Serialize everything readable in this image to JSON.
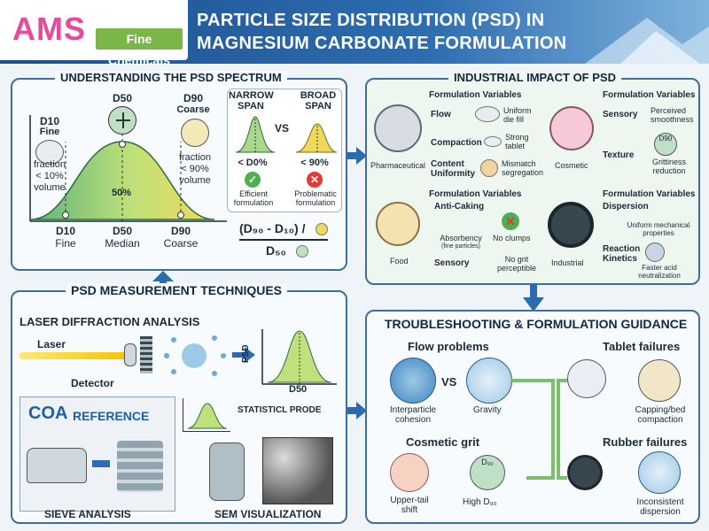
{
  "header": {
    "logo_main": "AMS",
    "logo_sub": "Fine Chemicals",
    "title_line1": "PARTICLE SIZE DISTRIBUTION (PSD) IN",
    "title_line2": "MAGNESIUM CARBONATE FORMULATION"
  },
  "spectrum": {
    "title": "UNDERSTANDING THE PSD SPECTRUM",
    "d10_top": "D10",
    "d10_top_sub": "Fine",
    "d50_top": "D50",
    "d90_top": "D90",
    "d90_top_sub": "Coarse",
    "fraction_left": [
      "fraction",
      "< 10%",
      "volume"
    ],
    "fraction_right": [
      "fraction",
      "< 90%",
      "volume"
    ],
    "center_pct": "50%",
    "bottom": [
      {
        "label": "D10",
        "sub": "Fine"
      },
      {
        "label": "D50",
        "sub": "Median"
      },
      {
        "label": "D90",
        "sub": "Coarse"
      }
    ],
    "narrow": "NARROW",
    "narrow_sub": "SPAN",
    "vs": "VS",
    "broad": "BROAD",
    "broad_sub": "SPAN",
    "narrow_val": "< D0%",
    "broad_val": "< 90%",
    "efficient": [
      "Efficient",
      "formulation"
    ],
    "problematic": [
      "Problematic",
      "formulation"
    ],
    "formula_top": "(D₉₀ - D₁₀) /",
    "formula_bottom": "D₅₀"
  },
  "impact": {
    "title": "INDUSTRIAL IMPACT OF PSD",
    "pharma": {
      "heading": "Formulation Variables",
      "name": "Pharmaceutical",
      "rows": [
        {
          "label": "Flow",
          "result": [
            "Uniform",
            "die fill"
          ]
        },
        {
          "label": "Compaction",
          "result": [
            "Strong",
            "tablet"
          ]
        },
        {
          "label": [
            "Content",
            "Uniformity"
          ],
          "result": [
            "Mismatch",
            "segregation"
          ]
        }
      ]
    },
    "cosmetic": {
      "heading": "Formulation Variables",
      "name": "Cosmetic",
      "rows": [
        {
          "label": "Sensory",
          "result": [
            "Perceived",
            "smoothness"
          ]
        },
        {
          "label": "Texture",
          "result": [
            "Grittiness",
            "reduction"
          ]
        }
      ],
      "d90_badge": "D90"
    },
    "food": {
      "heading": "Formulation Variables",
      "name": "Food",
      "anti_caking": "Anti-Caking",
      "absorbency": [
        "Absorbency",
        "(fine particles)"
      ],
      "no_clumps": "No clumps",
      "sensory": "Sensory",
      "no_grit": [
        "No grit",
        "perceptible"
      ]
    },
    "industrial": {
      "heading": "Formulation Variables",
      "name": "Industrial",
      "dispersion": "Dispersion",
      "dispersion_result": [
        "Uniform mechanical",
        "properties"
      ],
      "reaction": [
        "Reaction",
        "Kinetics"
      ],
      "reaction_result": [
        "Faster acid",
        "neutralization"
      ]
    }
  },
  "measure": {
    "title": "PSD MEASUREMENT TECHNIQUES",
    "laser_title": "LASER DIFFRACTION ANALYSIS",
    "laser": "Laser",
    "detector": "Detector",
    "psd_axis": "PSD",
    "d50": "D50",
    "coa": "COA",
    "reference": "REFERENCE",
    "statistical": "STATISTICL PRODE",
    "sieve": "SIEVE ANALYSIS",
    "sem": "SEM VISUALIZATION"
  },
  "trouble": {
    "title": "TROUBLESHOOTING & FORMULATION GUIDANCE",
    "flow": "Flow problems",
    "vs": "VS",
    "interparticle": [
      "Interparticle",
      "cohesion"
    ],
    "gravity": "Gravity",
    "tablet": "Tablet failures",
    "capping": [
      "Capping/bed",
      "compaction"
    ],
    "cosmetic_grit": "Cosmetic grit",
    "upper_tail": [
      "Upper-tail",
      "shift"
    ],
    "high_d90": "High D₉₀",
    "rubber": "Rubber failures",
    "inconsistent": [
      "Inconsistent",
      "dispersion"
    ],
    "badge": "D₉₀"
  },
  "colors": {
    "accent_blue": "#2b6cb0",
    "curve_yellow": "#f0d95a",
    "curve_green": "#5fb37a",
    "brand_pink": "#e64a9b",
    "brand_green": "#7ab648"
  }
}
